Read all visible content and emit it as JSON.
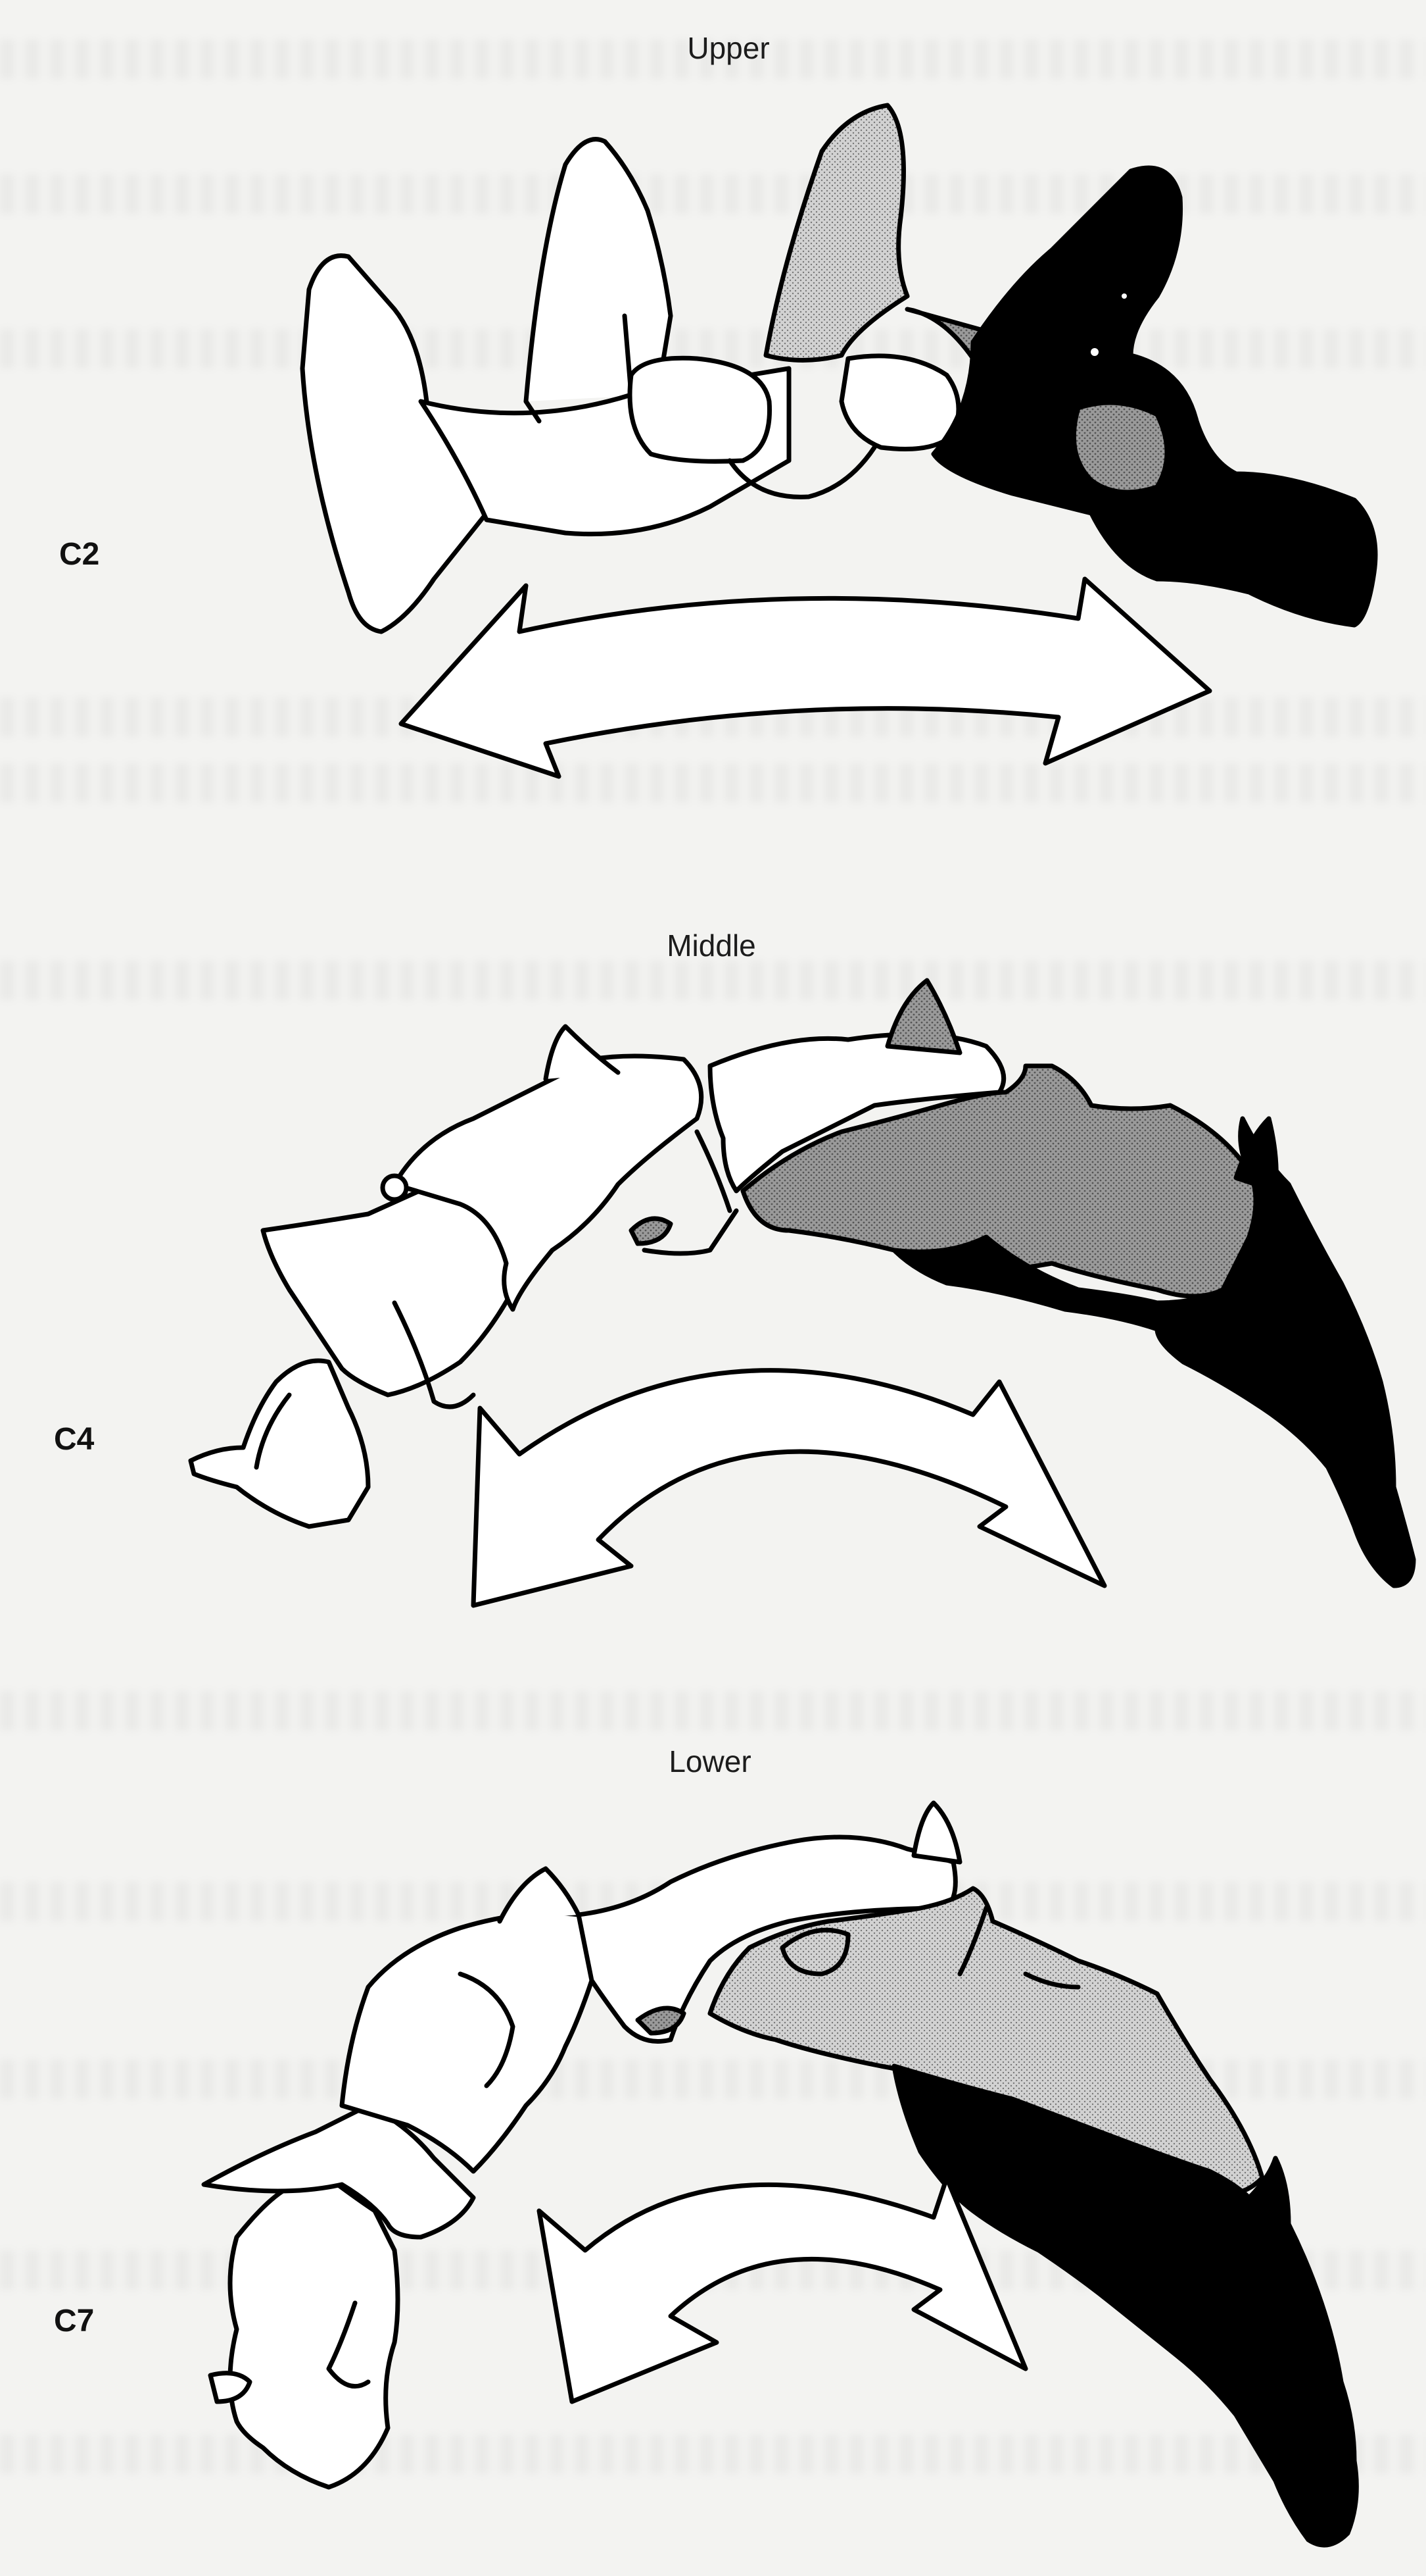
{
  "panels": [
    {
      "title": "Upper",
      "level": "C2"
    },
    {
      "title": "Middle",
      "level": "C4"
    },
    {
      "title": "Lower",
      "level": "C7"
    }
  ],
  "colors": {
    "background": "#f3f3f1",
    "outline": "#000000",
    "light_gray": "#c8c8c8",
    "mid_gray": "#8a8a8a",
    "dark": "#000000",
    "white": "#ffffff"
  }
}
